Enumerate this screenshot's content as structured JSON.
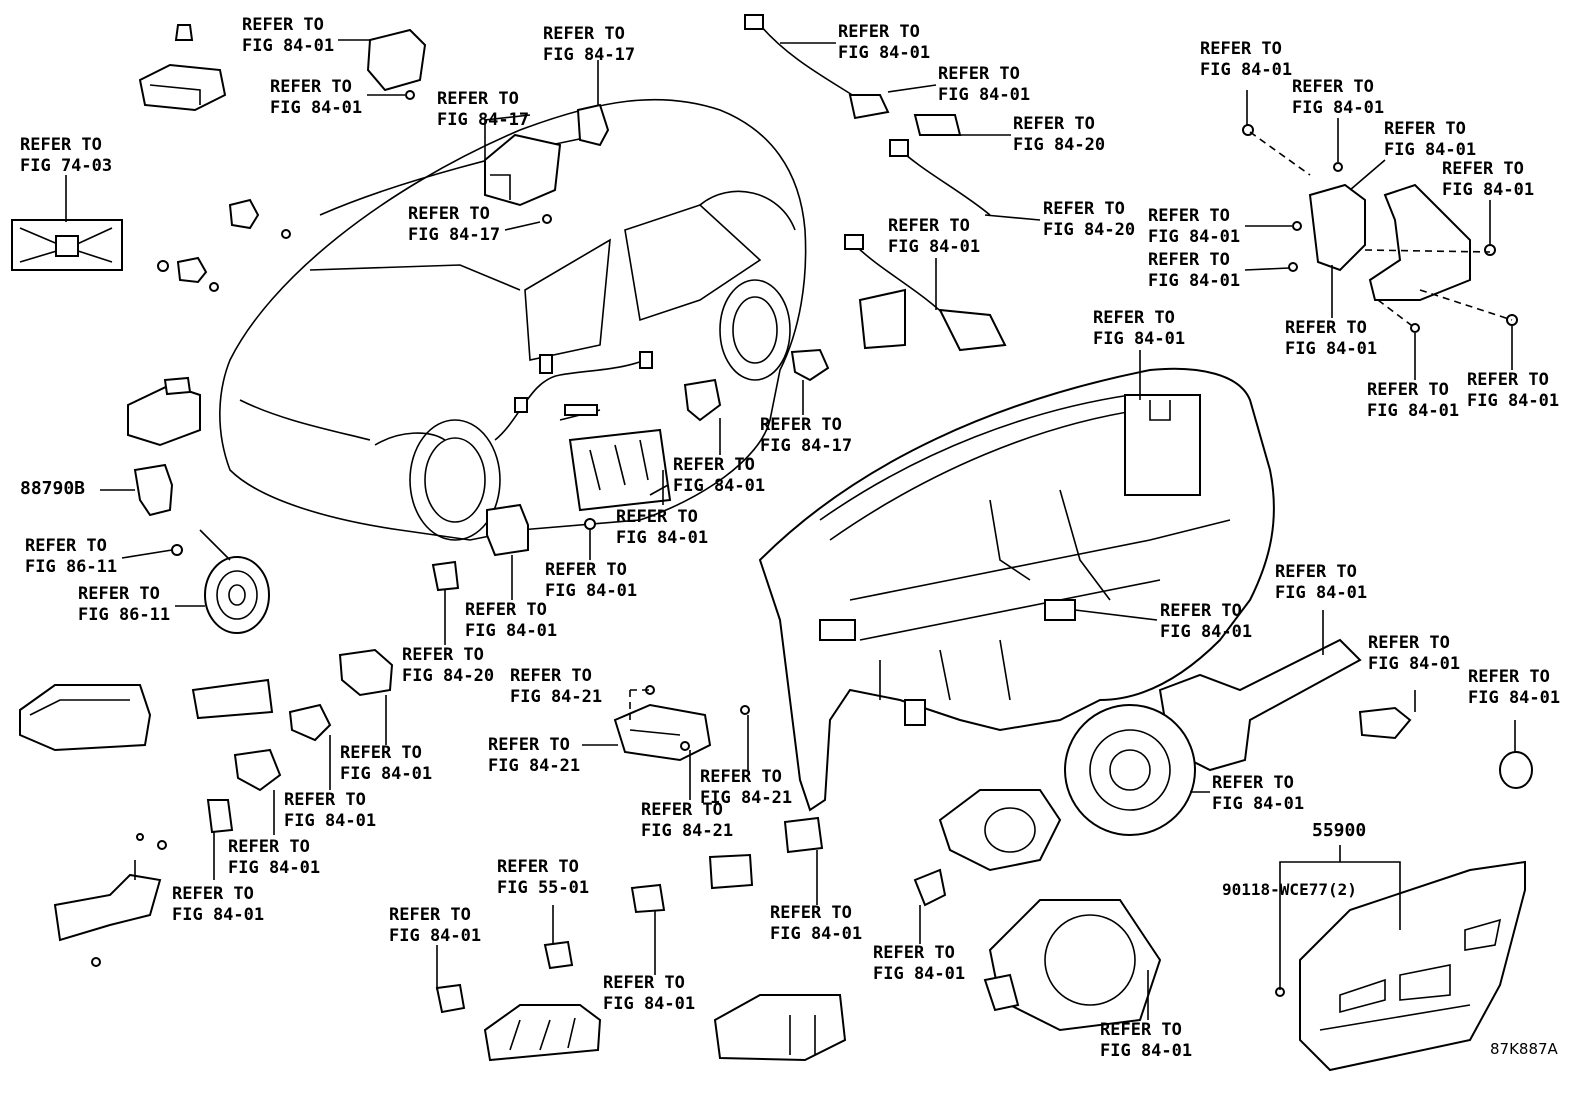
{
  "refer_text": "REFER TO",
  "figs": {
    "f8401": "FIG 84-01",
    "f8417": "FIG 84-17",
    "f8420": "FIG 84-20",
    "f8421": "FIG 84-21",
    "f7403": "FIG 74-03",
    "f8611": "FIG 86-11",
    "f5501": "FIG 55-01"
  },
  "part_numbers": {
    "p88790b": "88790B",
    "p55900": "55900",
    "p90118": "90118-WCE77(2)"
  },
  "illustration_id": "87K887A"
}
